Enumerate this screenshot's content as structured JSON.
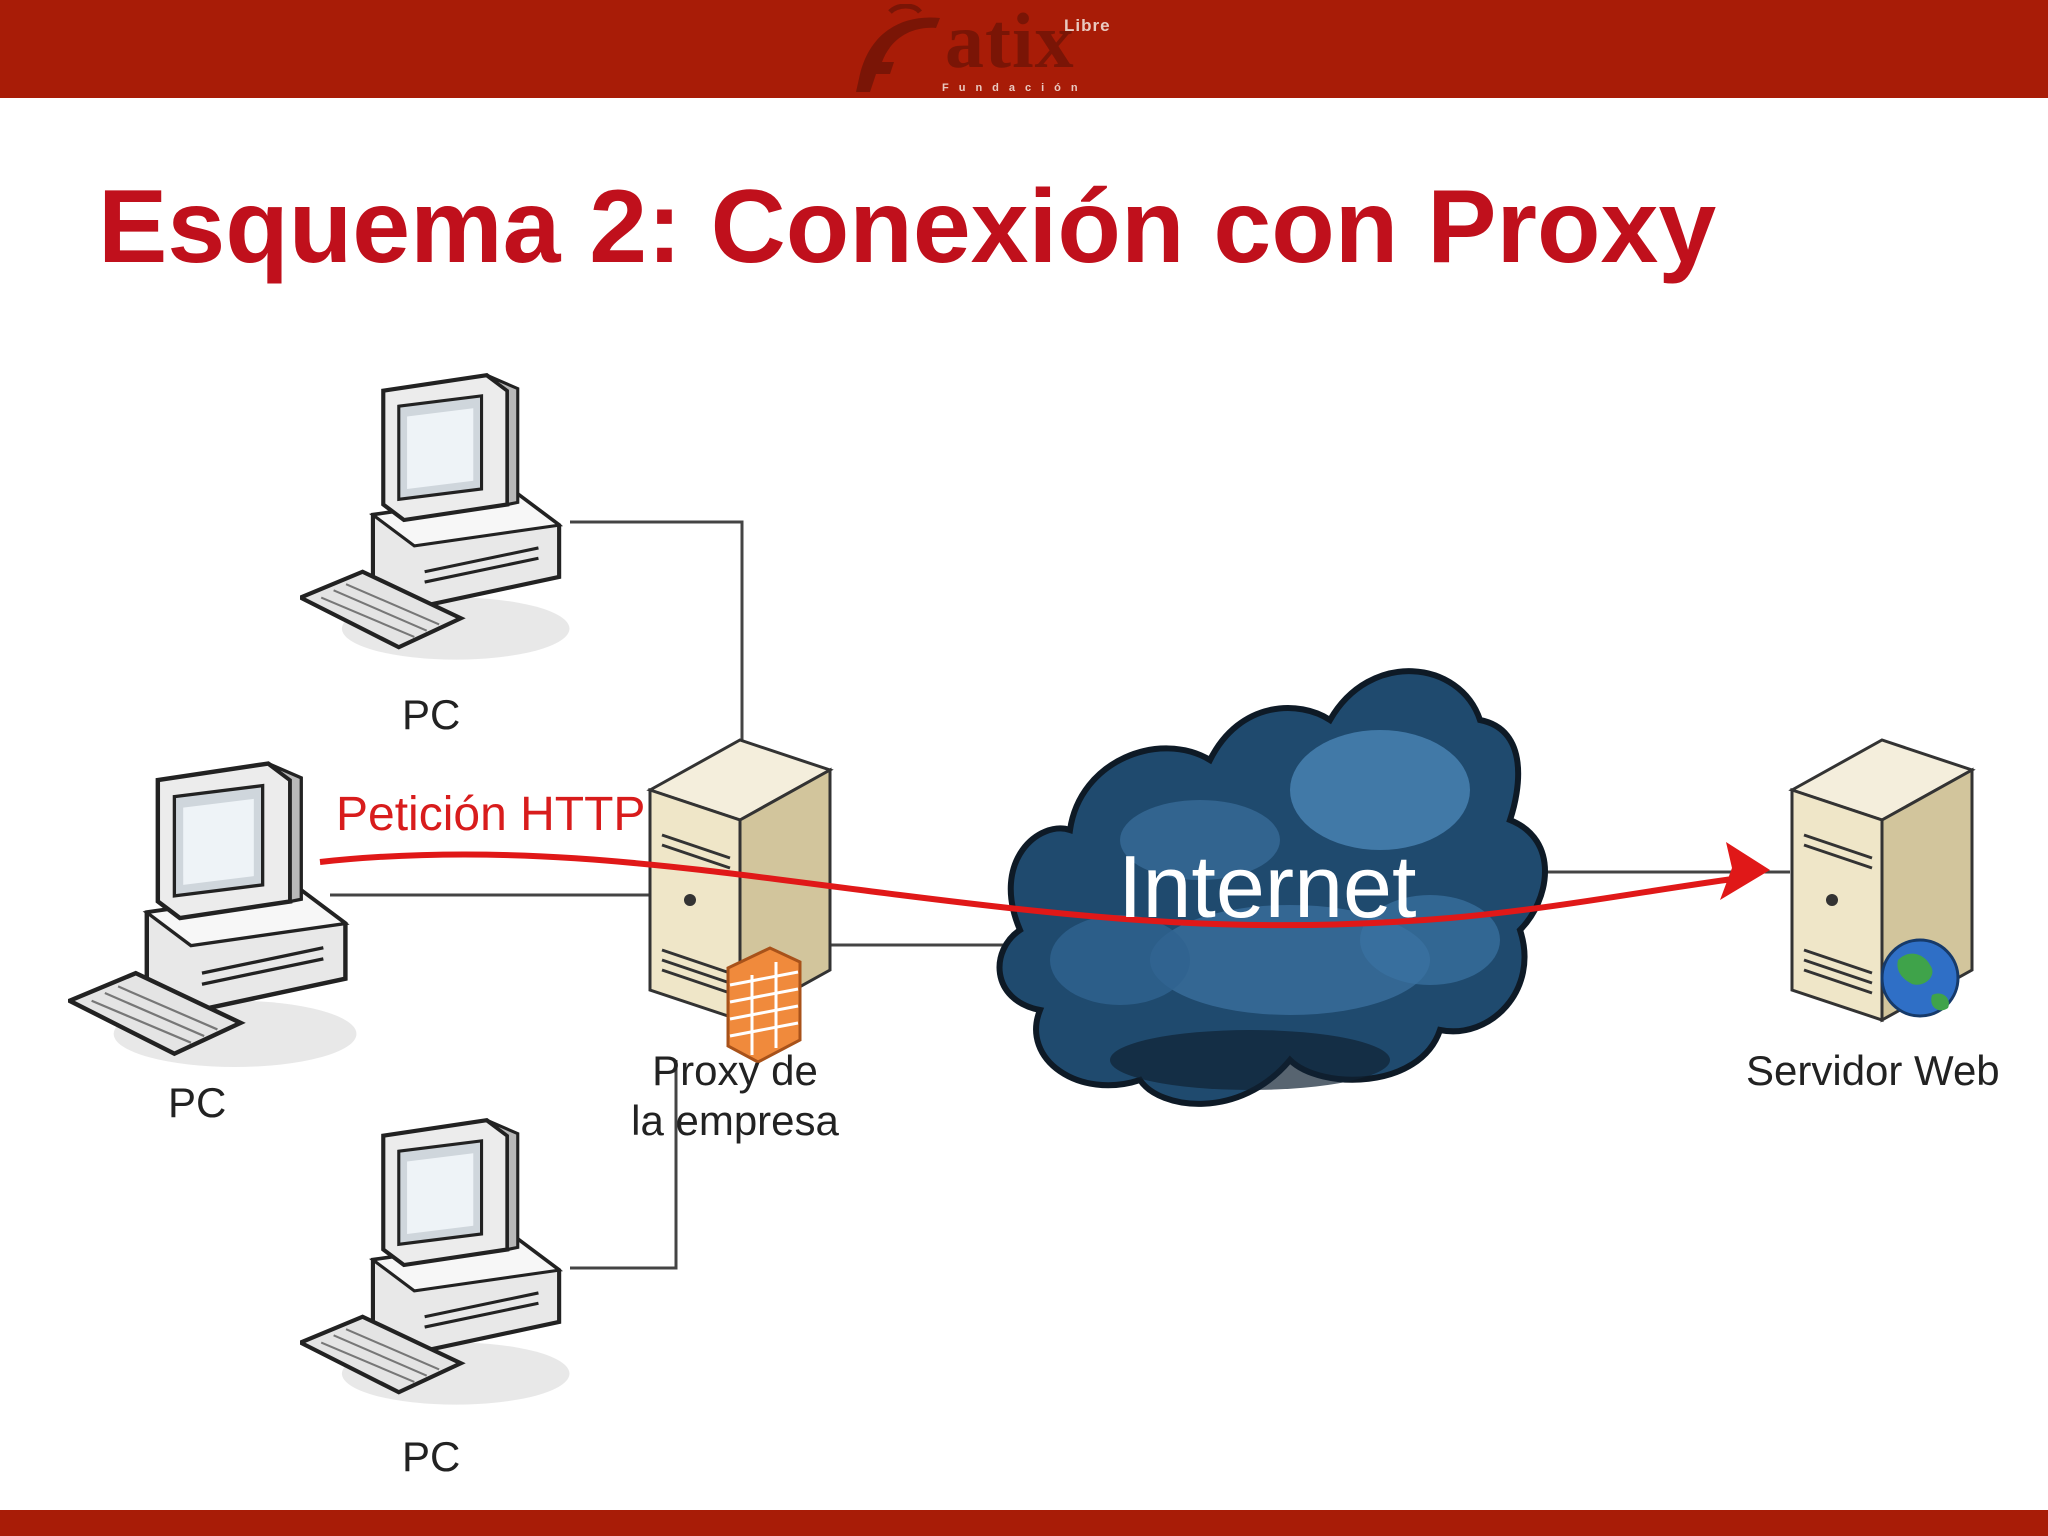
{
  "header": {
    "logo_word": "atix",
    "logo_top": "Libre",
    "logo_bottom": "Fundación"
  },
  "slide": {
    "title": "Esquema 2: Conexión con Proxy"
  },
  "diagram": {
    "pc_label": "PC",
    "request_label": "Petición HTTP",
    "internet_label": "Internet",
    "proxy_label_line1": "Proxy de",
    "proxy_label_line2": "la empresa",
    "server_label": "Servidor Web"
  },
  "colors": {
    "brand_bar": "#a81c07",
    "title": "#c0101c",
    "request_arrow": "#e01818",
    "cloud": "#2b5f8a"
  },
  "icons": [
    "bull-logo-icon",
    "pc-icon",
    "server-icon",
    "firewall-icon",
    "cloud-icon",
    "globe-icon",
    "arrow-icon"
  ]
}
